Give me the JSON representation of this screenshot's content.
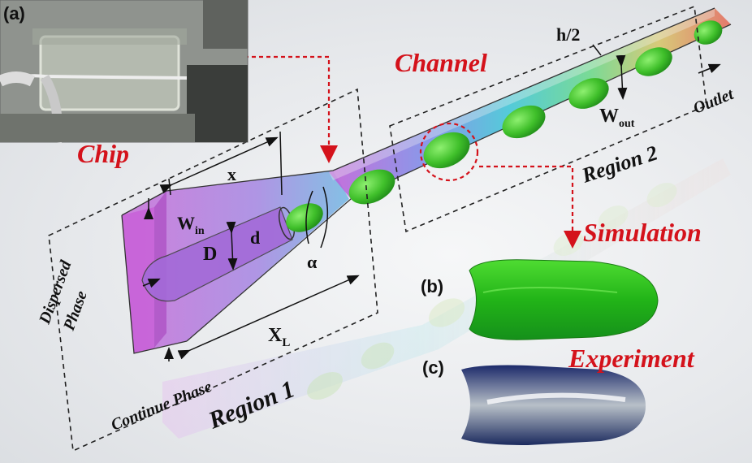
{
  "panels": {
    "a": "(a)",
    "b": "(b)",
    "c": "(c)"
  },
  "titles": {
    "chip": "Chip",
    "channel": "Channel",
    "simulation": "Simulation",
    "experiment": "Experiment"
  },
  "labels": {
    "region1": "Region 1",
    "region2": "Region 2",
    "outlet": "Outlet",
    "dispersed_line1": "Dispersed",
    "dispersed_line2": "Phase",
    "continue_phase": "Continue Phase",
    "x": "x",
    "w_in_main": "W",
    "w_in_sub": "in",
    "D": "D",
    "d": "d",
    "alpha": "α",
    "xl_main": "X",
    "xl_sub": "L",
    "h2": "h/2",
    "w_out_main": "W",
    "w_out_sub": "out"
  },
  "colors": {
    "accent_red": "#d4121b",
    "droplet_green": "#3fbf2a",
    "chip_magenta": "#c060d0",
    "channel_cyan": "#40c8d0",
    "outlet_red": "#e06050"
  }
}
